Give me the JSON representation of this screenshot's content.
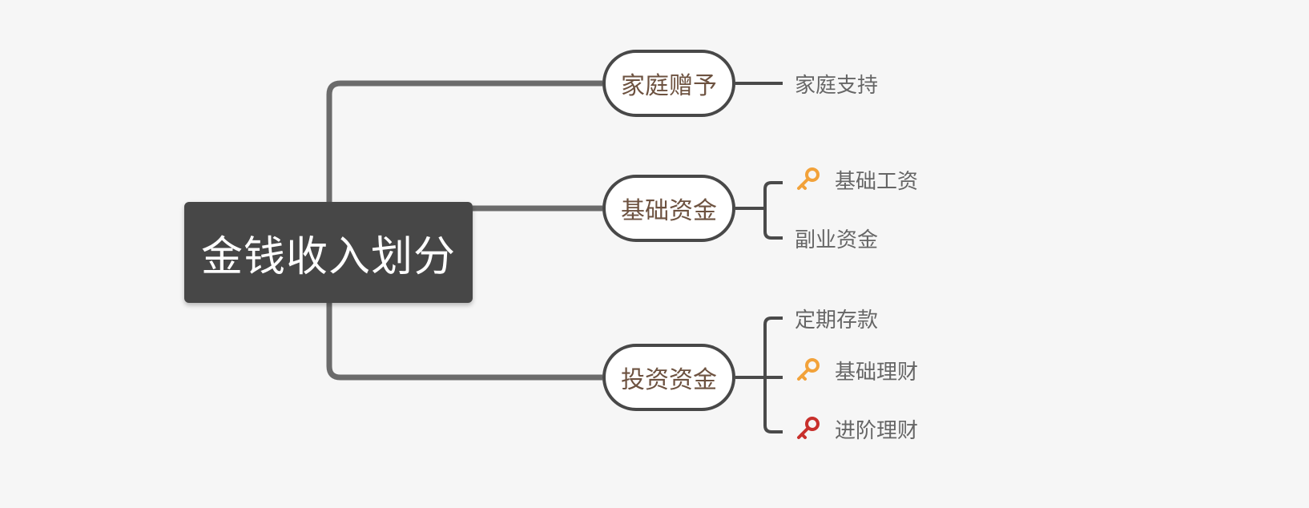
{
  "root": {
    "label": "金钱收入划分"
  },
  "branches": [
    {
      "label": "家庭赠予",
      "children": [
        {
          "label": "家庭支持",
          "icon": null
        }
      ]
    },
    {
      "label": "基础资金",
      "children": [
        {
          "label": "基础工资",
          "icon": "key-icon",
          "icon_color": "#f2a23a"
        },
        {
          "label": "副业资金",
          "icon": null
        }
      ]
    },
    {
      "label": "投资资金",
      "children": [
        {
          "label": "定期存款",
          "icon": null
        },
        {
          "label": "基础理财",
          "icon": "key-icon",
          "icon_color": "#f2a23a"
        },
        {
          "label": "进阶理财",
          "icon": "key-icon",
          "icon_color": "#c8302c"
        }
      ]
    }
  ],
  "colors": {
    "background": "#f6f6f6",
    "root_fill": "#474747",
    "main_connector": "#6b6b6b",
    "sub_connector": "#4a4a4a",
    "branch_text": "#6d5240",
    "leaf_text": "#666666"
  }
}
